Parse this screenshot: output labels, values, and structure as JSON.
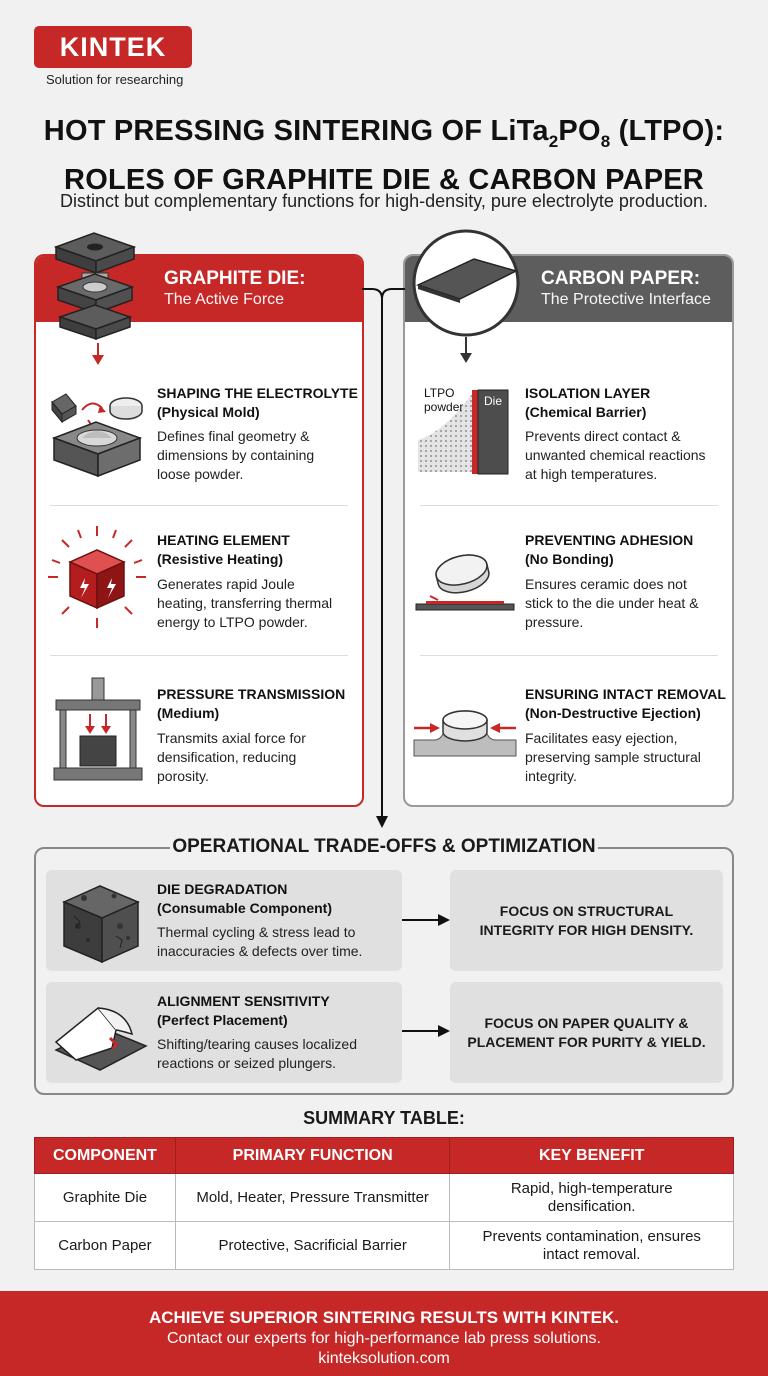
{
  "brand": {
    "name": "KINTEK",
    "tagline": "Solution for researching"
  },
  "title": {
    "line1_pre": "HOT PRESSING SINTERING OF LiTa",
    "sub1": "2",
    "mid": "PO",
    "sub2": "8",
    "line1_post": " (LTPO):",
    "line2": "ROLES OF GRAPHITE DIE & CARBON PAPER"
  },
  "subtitle": "Distinct but complementary functions for high-density, pure electrolyte production.",
  "graphite_die": {
    "title": "GRAPHITE DIE:",
    "subtitle": "The Active Force",
    "items": [
      {
        "title1": "SHAPING THE ELECTROLYTE",
        "title2": "(Physical Mold)",
        "desc": [
          "Defines final geometry &",
          "dimensions by containing",
          "loose powder."
        ],
        "icon": "mold-icon"
      },
      {
        "title1": "HEATING ELEMENT",
        "title2": "(Resistive Heating)",
        "desc": [
          "Generates rapid Joule",
          "heating, transferring thermal",
          "energy to LTPO powder."
        ],
        "icon": "heating-cube-icon"
      },
      {
        "title1": "PRESSURE TRANSMISSION",
        "title2": "(Medium)",
        "desc": [
          "Transmits axial force for",
          "densification, reducing",
          "porosity."
        ],
        "icon": "press-icon"
      }
    ]
  },
  "carbon_paper": {
    "title": "CARBON PAPER:",
    "subtitle": "The Protective Interface",
    "diagram_labels": {
      "powder1": "LTPO",
      "powder2": "powder",
      "die": "Die"
    },
    "items": [
      {
        "title1": "ISOLATION LAYER",
        "title2": "(Chemical Barrier)",
        "desc": [
          "Prevents direct contact &",
          "unwanted chemical reactions",
          "at high temperatures."
        ],
        "icon": "isolation-layer-icon"
      },
      {
        "title1": "PREVENTING ADHESION",
        "title2": "(No Bonding)",
        "desc": [
          "Ensures ceramic does not",
          "stick to the die under heat &",
          "pressure."
        ],
        "icon": "disc-on-plate-icon"
      },
      {
        "title1": "ENSURING INTACT REMOVAL",
        "title2": "(Non-Destructive Ejection)",
        "desc": [
          "Facilitates easy ejection,",
          "preserving sample structural",
          "integrity."
        ],
        "icon": "ejection-icon"
      }
    ]
  },
  "ops": {
    "title": "OPERATIONAL TRADE-OFFS & OPTIMIZATION",
    "rows": [
      {
        "title1": "DIE DEGRADATION",
        "title2": "(Consumable Component)",
        "desc": [
          "Thermal cycling & stress lead to",
          "inaccuracies & defects over time."
        ],
        "focus": [
          "FOCUS ON STRUCTURAL",
          "INTEGRITY FOR HIGH DENSITY."
        ],
        "icon": "degraded-block-icon"
      },
      {
        "title1": "ALIGNMENT SENSITIVITY",
        "title2": "(Perfect Placement)",
        "desc": [
          "Shifting/tearing causes localized",
          "reactions or seized plungers."
        ],
        "focus": [
          "FOCUS ON PAPER QUALITY &",
          "PLACEMENT FOR PURITY & YIELD."
        ],
        "icon": "torn-paper-icon"
      }
    ]
  },
  "summary": {
    "title": "SUMMARY TABLE:",
    "headers": [
      "COMPONENT",
      "PRIMARY FUNCTION",
      "KEY BENEFIT"
    ],
    "rows": [
      {
        "component": "Graphite Die",
        "function": "Mold, Heater, Pressure Transmitter",
        "benefit": [
          "Rapid, high-temperature",
          "densification."
        ]
      },
      {
        "component": "Carbon Paper",
        "function": "Protective, Sacrificial Barrier",
        "benefit": [
          "Prevents contamination, ensures",
          "intact removal."
        ]
      }
    ]
  },
  "footer": {
    "line1": "ACHIEVE SUPERIOR SINTERING RESULTS WITH KINTEK.",
    "line2": "Contact our experts for high-performance lab press solutions.",
    "line3": "kinteksolution.com"
  },
  "colors": {
    "accent": "#c62828",
    "gray_header": "#5d5d5d",
    "background": "#f1f1f1"
  }
}
